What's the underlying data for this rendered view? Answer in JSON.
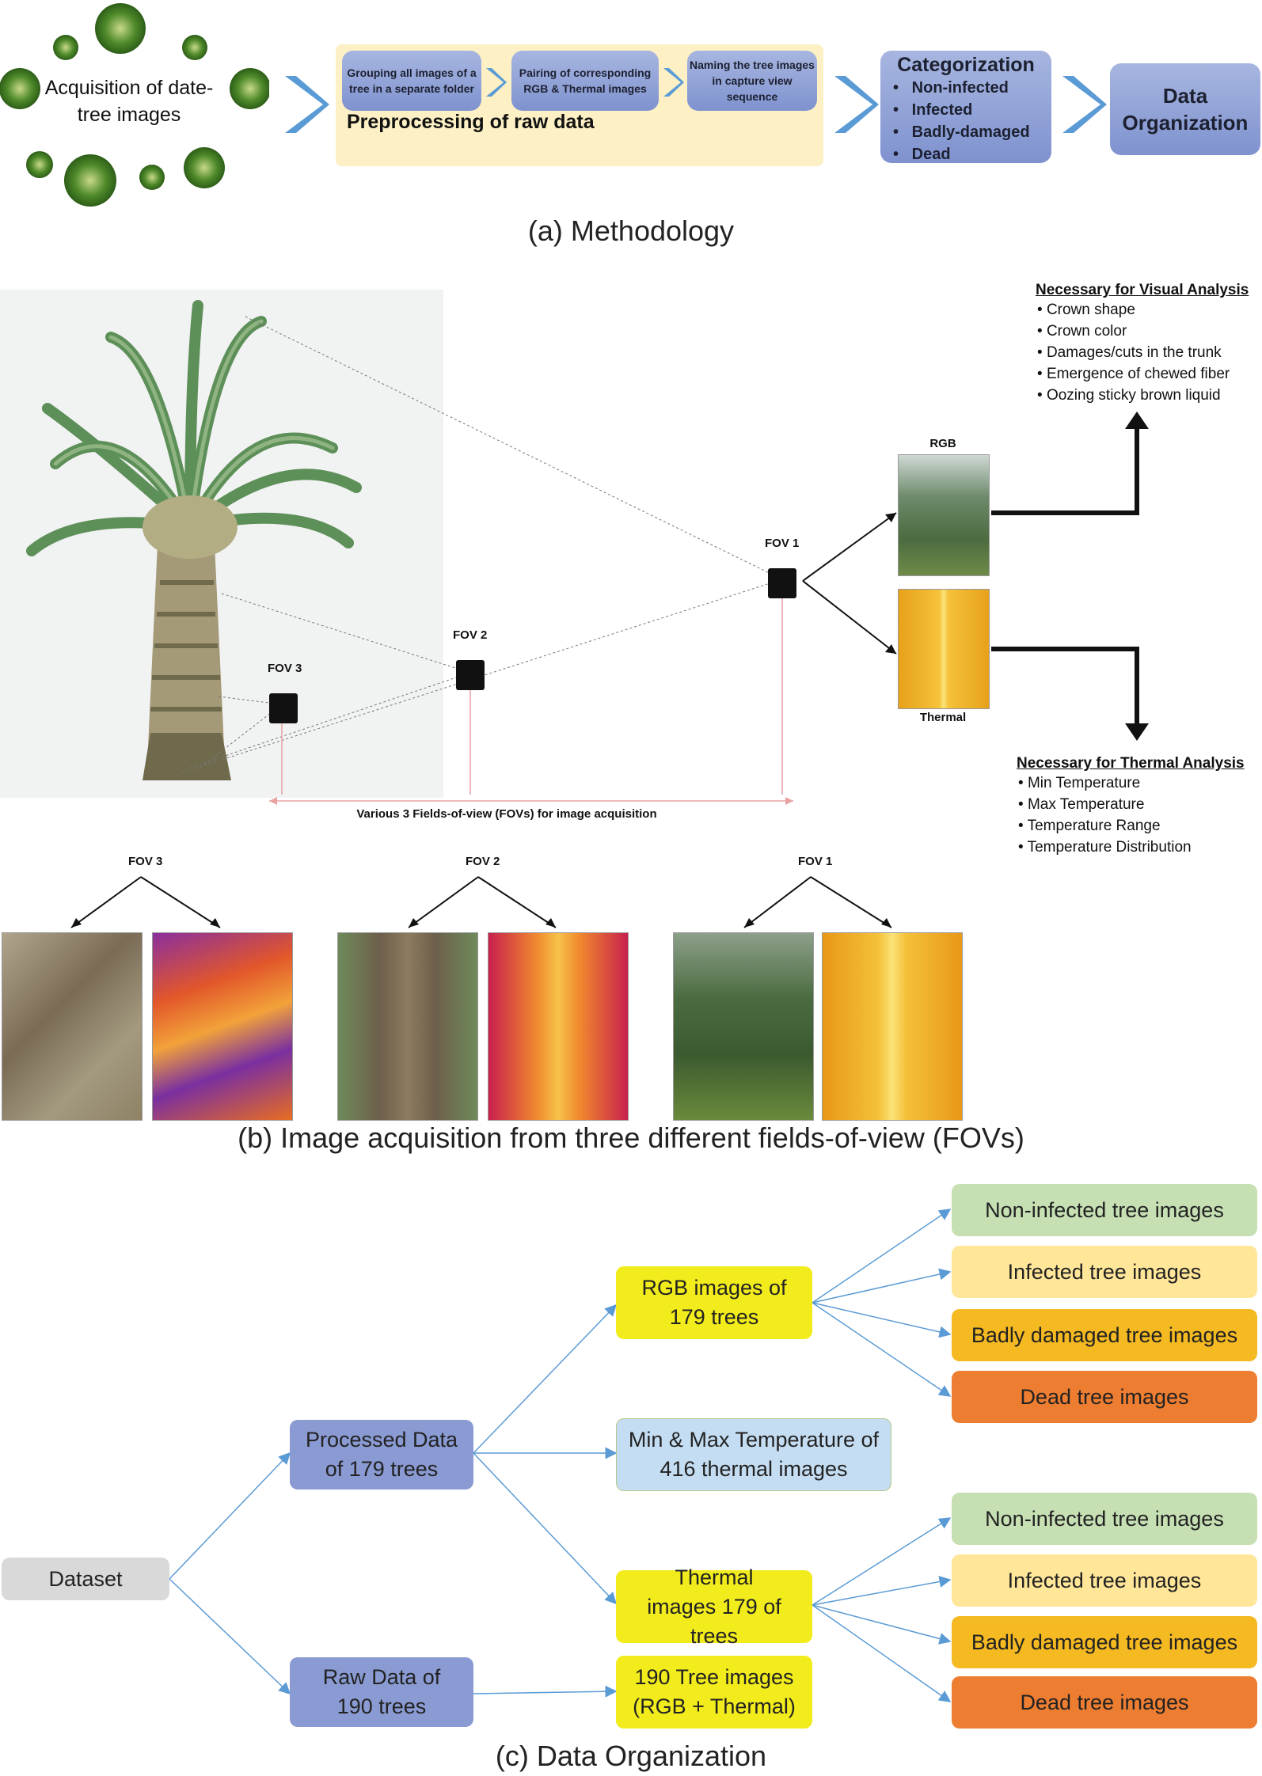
{
  "methodology": {
    "acquisition": "Acquisition of date-tree images",
    "steps": [
      "Grouping all images of a tree in a separate folder",
      "Pairing of corresponding RGB & Thermal images",
      "Naming the tree images in capture view sequence"
    ],
    "preprocessing_label": "Preprocessing of raw data",
    "categorization_title": "Categorization",
    "categories": [
      "Non-infected",
      "Infected",
      "Badly-damaged",
      "Dead"
    ],
    "organization": "Data Organization",
    "caption": "(a) Methodology"
  },
  "acquisition": {
    "fov_labels": {
      "fov1": "FOV 1",
      "fov2": "FOV 2",
      "fov3": "FOV 3"
    },
    "rgb_label": "RGB",
    "thermal_label": "Thermal",
    "fov_range_label": "Various 3 Fields-of-view (FOVs) for image acquisition",
    "visual_title": "Necessary for Visual Analysis",
    "visual_items": [
      "Crown shape",
      "Crown color",
      "Damages/cuts in the trunk",
      "Emergence of chewed fiber",
      "Oozing sticky brown liquid"
    ],
    "thermal_title": "Necessary for Thermal Analysis",
    "thermal_items": [
      "Min Temperature",
      "Max Temperature",
      "Temperature Range",
      "Temperature Distribution"
    ],
    "caption": "(b) Image acquisition from three different fields-of-view (FOVs)"
  },
  "organization": {
    "dataset": "Dataset",
    "processed": "Processed Data of 179 trees",
    "raw": "Raw Data of 190 trees",
    "rgb": "RGB images of 179 trees",
    "minmax": "Min & Max Temperature of 416 thermal images",
    "thermal": "Thermal images 179 of trees",
    "raw_images": "190 Tree images (RGB + Thermal)",
    "classes": [
      "Non-infected tree images",
      "Infected tree images",
      "Badly damaged tree images",
      "Dead tree images"
    ],
    "caption": "(c) Data Organization"
  },
  "colors": {
    "blue_box": "#8a9bd3",
    "yellow_panel": "#fdf0c4",
    "chevron": "#5b9bd5",
    "green": "#c6e0b4",
    "light_yellow": "#ffe699",
    "amber": "#f5b921",
    "orange": "#ed7d31",
    "bright_yellow": "#f2ec1c",
    "light_blue": "#c5ddf2",
    "grey": "#d9d9d9"
  }
}
